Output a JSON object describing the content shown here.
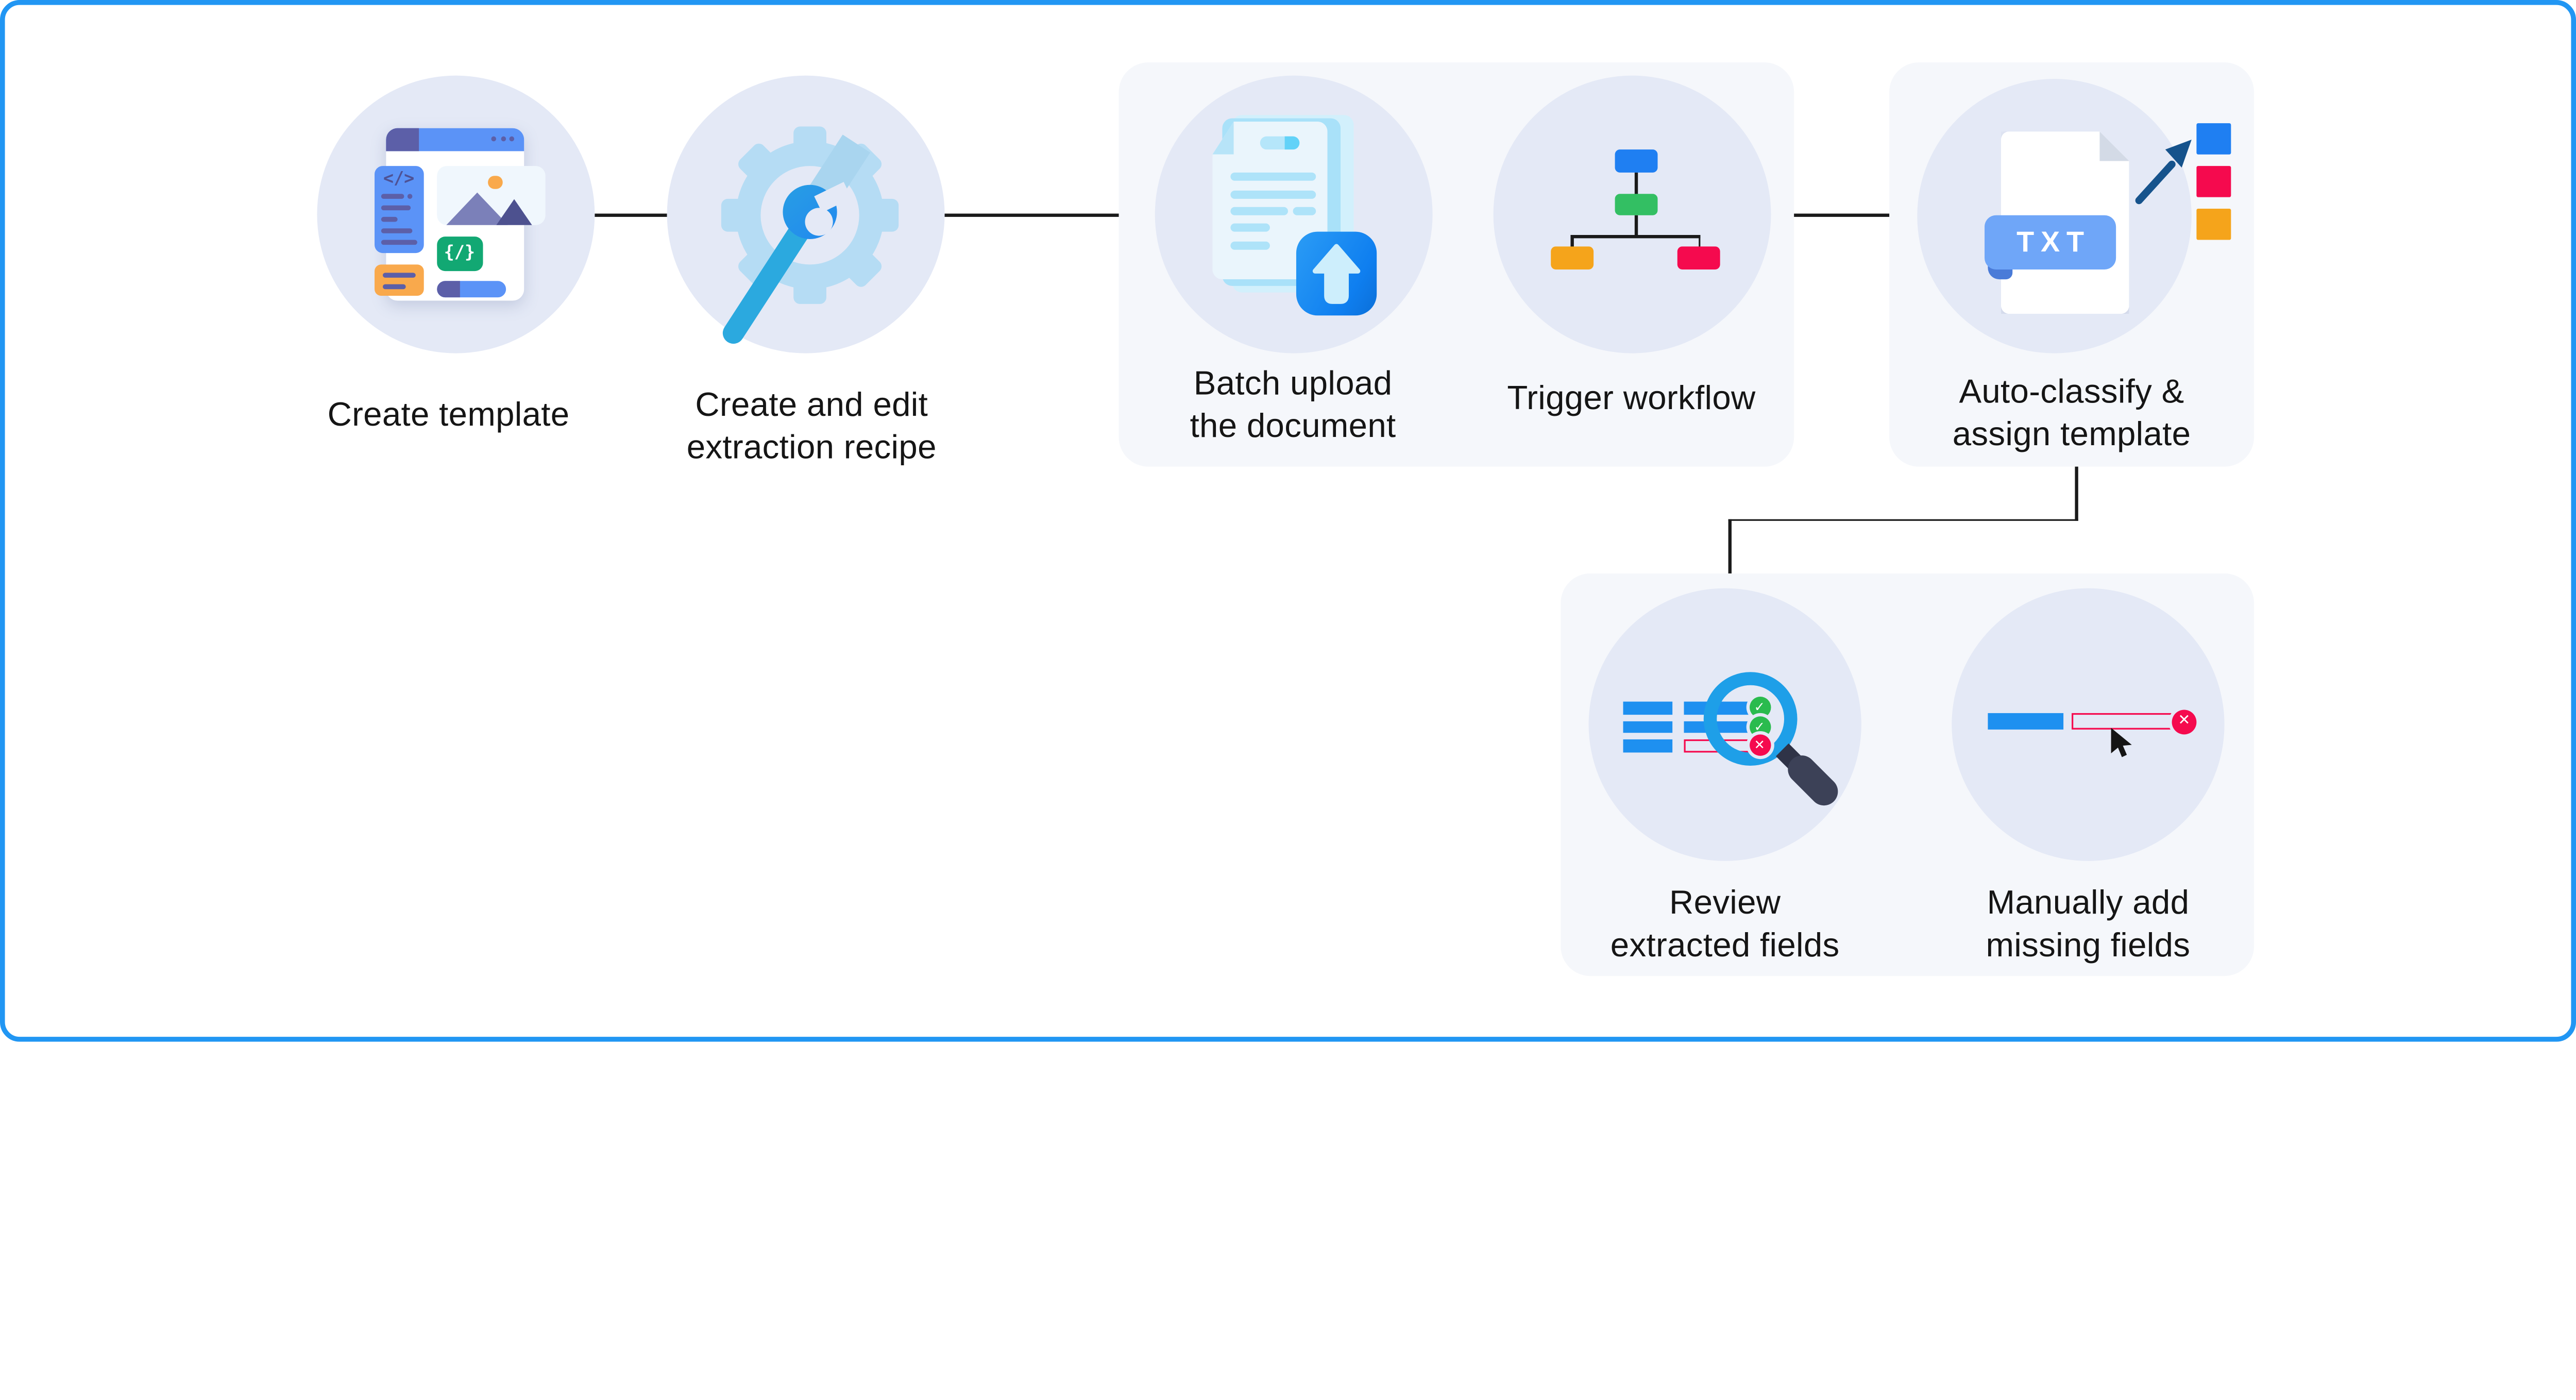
{
  "frame": {
    "border_color": "#2196F3"
  },
  "palette": {
    "circle_bg": "#E4E9F6",
    "panel_bg": "#F5F7FB",
    "connector": "#1A1A1A",
    "text": "#151515",
    "blue": "#1F7FF2",
    "bright_blue": "#1E90F0",
    "periwinkle_blue": "#5B93F7",
    "indigo": "#5C5FA8",
    "cyan_ring": "#1E9FE8",
    "sky_gear": "#B5DCF4",
    "green_check": "#2ABB4E",
    "emerald_chip": "#12A873",
    "flow_green": "#33BF63",
    "orange": "#F5A41B",
    "soft_orange": "#F9A94C",
    "red": "#F50A4E",
    "navy_arrow": "#16538C",
    "magnifier_handle": "#3C4157"
  },
  "steps": [
    {
      "name": "create-template",
      "label_lines": [
        "Create template",
        ""
      ]
    },
    {
      "name": "create-edit-extraction-recipe",
      "label_lines": [
        "Create and edit",
        "extraction recipe"
      ]
    },
    {
      "name": "batch-upload-document",
      "label_lines": [
        "Batch upload",
        "the document"
      ]
    },
    {
      "name": "trigger-workflow",
      "label_lines": [
        "Trigger workflow",
        ""
      ]
    },
    {
      "name": "auto-classify-assign-template",
      "label_lines": [
        "Auto-classify &",
        "assign template"
      ]
    },
    {
      "name": "review-extracted-fields",
      "label_lines": [
        "Review",
        "extracted fields"
      ]
    },
    {
      "name": "manually-add-missing-fields",
      "label_lines": [
        "Manually add",
        "missing fields"
      ]
    }
  ],
  "icons": {
    "txt_file_label": "TXT",
    "sidebar_code_glyph": "</>",
    "code_chip_glyph": "{/}",
    "check_glyph": "✓",
    "cross_glyph": "✕"
  }
}
